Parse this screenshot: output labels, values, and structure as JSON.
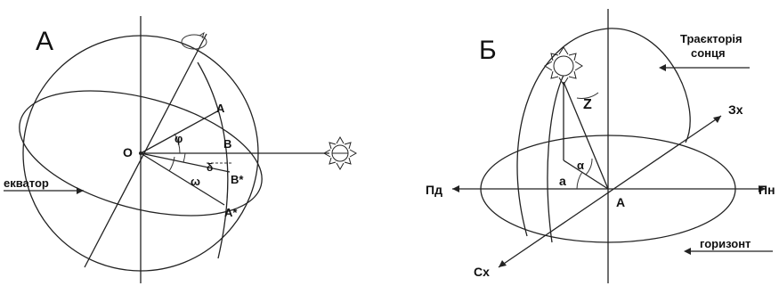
{
  "panel_a": {
    "title": "А",
    "labels": {
      "center": "O",
      "a": "A",
      "a_star": "A*",
      "b": "B",
      "b_star": "B*",
      "phi": "φ",
      "delta": "δ",
      "omega": "ω",
      "equator": "екватор"
    }
  },
  "panel_b": {
    "title": "Б",
    "labels": {
      "sun_path": "Траєкторія\nсонця",
      "sun_path_line1": "Траєкторія",
      "sun_path_line2": "сонця",
      "zenith": "Z",
      "alpha": "α",
      "a_lower": "a",
      "center": "A",
      "west": "Зх",
      "east": "Сх",
      "south": "Пд",
      "north": "Пн",
      "horizon": "горизонт"
    }
  },
  "colors": {
    "stroke": "#222222",
    "background": "#ffffff"
  }
}
